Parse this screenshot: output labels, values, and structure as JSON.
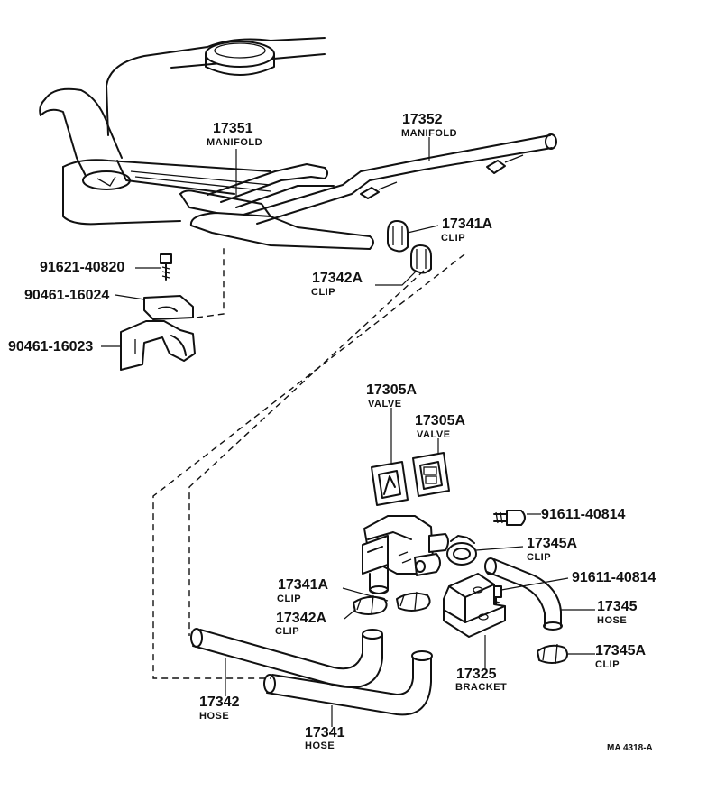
{
  "callouts": [
    {
      "id": "manifold-17351",
      "part_no": "17351",
      "name": "MANIFOLD"
    },
    {
      "id": "manifold-17352",
      "part_no": "17352",
      "name": "MANIFOLD"
    },
    {
      "id": "clip-17341a-top",
      "part_no": "17341A",
      "name": "CLIP"
    },
    {
      "id": "clip-17342a-top",
      "part_no": "17342A",
      "name": "CLIP"
    },
    {
      "id": "bolt-91621",
      "part_no": "91621-40820",
      "name": ""
    },
    {
      "id": "clamp-90461-16024",
      "part_no": "90461-16024",
      "name": ""
    },
    {
      "id": "clamp-90461-16023",
      "part_no": "90461-16023",
      "name": ""
    },
    {
      "id": "valve-17305a-left",
      "part_no": "17305A",
      "name": "VALVE"
    },
    {
      "id": "valve-17305a-right",
      "part_no": "17305A",
      "name": "VALVE"
    },
    {
      "id": "bolt-91611-top",
      "part_no": "91611-40814",
      "name": ""
    },
    {
      "id": "clip-17345a-mid",
      "part_no": "17345A",
      "name": "CLIP"
    },
    {
      "id": "bolt-91611-mid",
      "part_no": "91611-40814",
      "name": ""
    },
    {
      "id": "clip-17341a-bottom",
      "part_no": "17341A",
      "name": "CLIP"
    },
    {
      "id": "hose-17345",
      "part_no": "17345",
      "name": "HOSE"
    },
    {
      "id": "clip-17342a-bottom",
      "part_no": "17342A",
      "name": "CLIP"
    },
    {
      "id": "clip-17345a-bottom",
      "part_no": "17345A",
      "name": "CLIP"
    },
    {
      "id": "bracket-17325",
      "part_no": "17325",
      "name": "BRACKET"
    },
    {
      "id": "hose-17342",
      "part_no": "17342",
      "name": "HOSE"
    },
    {
      "id": "hose-17341",
      "part_no": "17341",
      "name": "HOSE"
    }
  ],
  "drawing_code": "MA 4318-A"
}
